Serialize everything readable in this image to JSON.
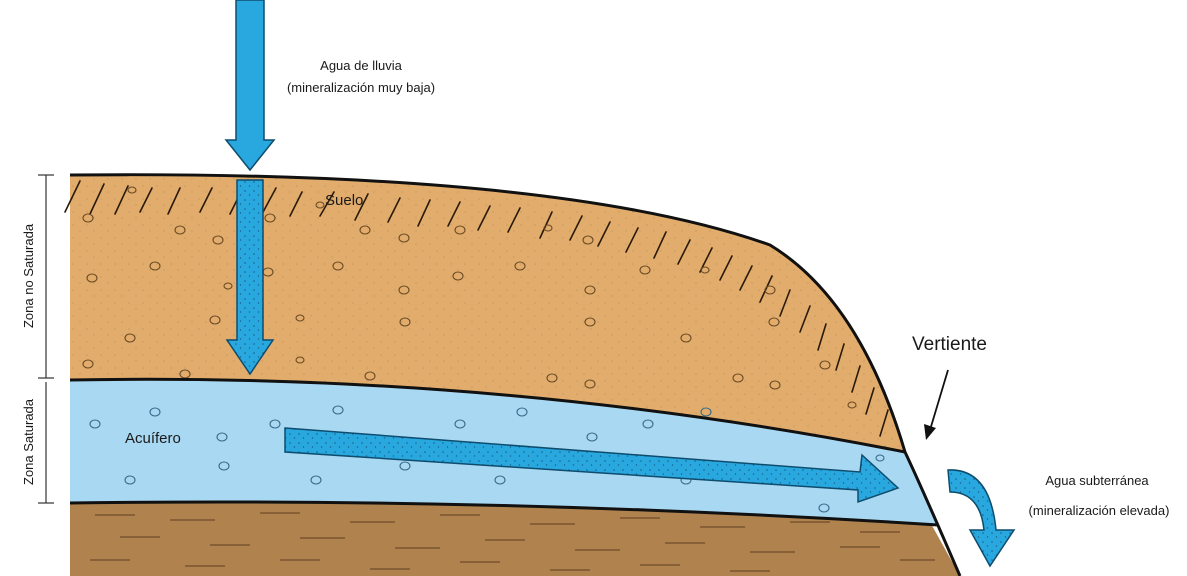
{
  "labels": {
    "rain_line1": "Agua de lluvia",
    "rain_line2": "(mineralización muy baja)",
    "soil": "Suelo",
    "aquifer": "Acuífero",
    "spring": "Vertiente",
    "ground_line1": "Agua subterránea",
    "ground_line2": "(mineralización elevada)",
    "zone_unsaturated": "Zona no Saturada",
    "zone_saturated": "Zona Saturada"
  },
  "colors": {
    "soil": "#e2ad6c",
    "aquifer": "#a9d8f2",
    "bedrock": "#b0834e",
    "arrow": "#29a7df",
    "outline": "#111111"
  }
}
